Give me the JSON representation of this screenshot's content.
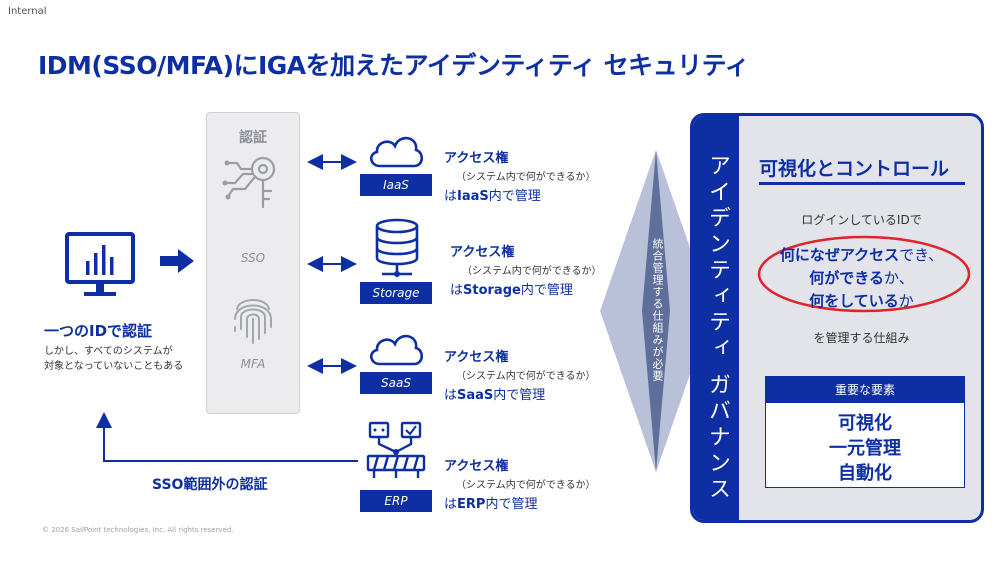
{
  "header": {
    "internal": "Internal",
    "title": "IDM(SSO/MFA)にIGAを加えたアイデンティティ セキュリティ"
  },
  "left": {
    "title": "一つのIDで認証",
    "sub1": "しかし、すべてのシステムが",
    "sub2": "対象となっていないこともある",
    "sso_outside": "SSO範囲外の認証"
  },
  "auth": {
    "title": "認証",
    "sso": "SSO",
    "mfa": "MFA"
  },
  "services": [
    {
      "box": "IaaS",
      "title": "アクセス権",
      "paren": "（システム内で何ができるか）",
      "pre": "は",
      "bold": "IaaS",
      "post": "内で管理"
    },
    {
      "box": "Storage",
      "title": "アクセス権",
      "paren": "（システム内で何ができるか）",
      "pre": "は",
      "bold": "Storage",
      "post": "内で管理"
    },
    {
      "box": "SaaS",
      "title": "アクセス権",
      "paren": "（システム内で何ができるか）",
      "pre": "は",
      "bold": "SaaS",
      "post": "内で管理"
    },
    {
      "box": "ERP",
      "title": "アクセス権",
      "paren": "（システム内で何ができるか）",
      "pre": "は",
      "bold": "ERP",
      "post": "内で管理"
    }
  ],
  "center": {
    "text": "統合管理する仕組みが必要"
  },
  "governance": {
    "vertical": "アイデンティティ ガバナンス",
    "heading": "可視化とコントロール",
    "login": "ログインしているIDで",
    "line1_bold": "何になぜアクセス",
    "line1_rest": "でき、",
    "line2_bold": "何ができる",
    "line2_rest": "か、",
    "line3_bold": "何をしている",
    "line3_rest": "か",
    "manage": "を管理する仕組み",
    "key_header": "重要な要素",
    "key_items": [
      "可視化",
      "一元管理",
      "自動化"
    ]
  },
  "colors": {
    "primary": "#0d2fa3",
    "highlight": "#e0242a",
    "panel_gray": "#ececee",
    "card_bg": "#e2e4ea"
  },
  "footer": "© 2026 SailPoint technologies, Inc. All rights reserved."
}
